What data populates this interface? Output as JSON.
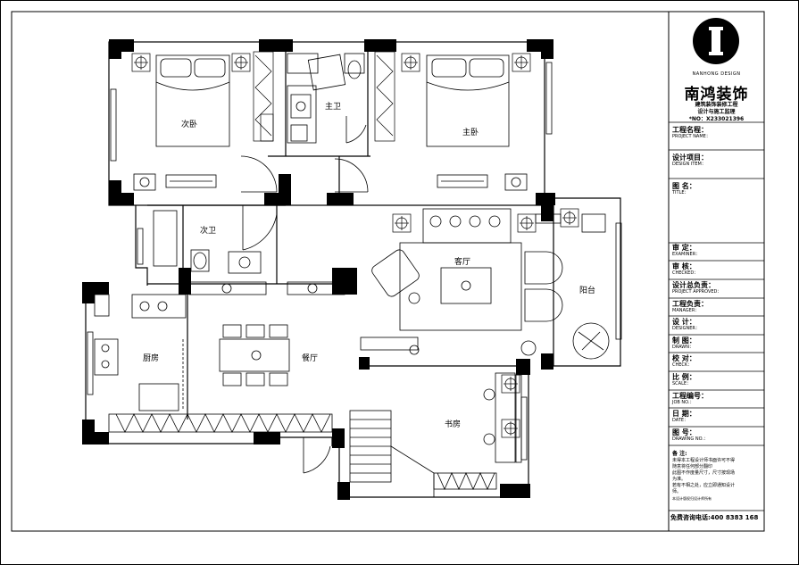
{
  "rooms": {
    "secondary_bedroom": "次卧",
    "master_bath": "主卫",
    "master_bedroom": "主卧",
    "secondary_bath": "次卫",
    "living_room": "客厅",
    "balcony": "阳台",
    "kitchen": "厨房",
    "dining_room": "餐厅",
    "study": "书房"
  },
  "title_block": {
    "brand_en": "NANHONG DESIGN",
    "brand_zh": "南鸿装饰",
    "sub1": "建筑装饰装修工程",
    "sub2": "设计与施工监理",
    "number": "*NO：X233021396",
    "rows": [
      {
        "zh": "工程名程：",
        "en": "PROJECT NAME："
      },
      {
        "zh": "设计项目：",
        "en": "DESIGN ITEM："
      },
      {
        "zh": "图  名：",
        "en": "TITLE："
      },
      {
        "zh": "审  定：",
        "en": "EXAMINER："
      },
      {
        "zh": "审  核：",
        "en": "CHECKED："
      },
      {
        "zh": "设计总负责：",
        "en": "PROJECT APPROVED："
      },
      {
        "zh": "工程负责：",
        "en": "MANAGER："
      },
      {
        "zh": "设  计：",
        "en": "DESIGNER："
      },
      {
        "zh": "制  图：",
        "en": "DRAWN："
      },
      {
        "zh": "校  对：",
        "en": "CHECK："
      },
      {
        "zh": "比  例：",
        "en": "SCALE："
      },
      {
        "zh": "工程编号：",
        "en": "JOB NO.："
      },
      {
        "zh": "日  期：",
        "en": "DATE："
      },
      {
        "zh": "图  号：",
        "en": "DRAWING NO.："
      }
    ],
    "notes_title": "备 注:",
    "notes": [
      "未得本工程设计师书面许可不得",
      "随意将任何部分翻印",
      "此图不作度量尺寸，尺寸按现场",
      "为准。",
      "若有不相之处，应立即通知设计",
      "师。",
      "本设计版权归设计师所有"
    ],
    "phone": "免费咨询电话:400 8383 168"
  }
}
